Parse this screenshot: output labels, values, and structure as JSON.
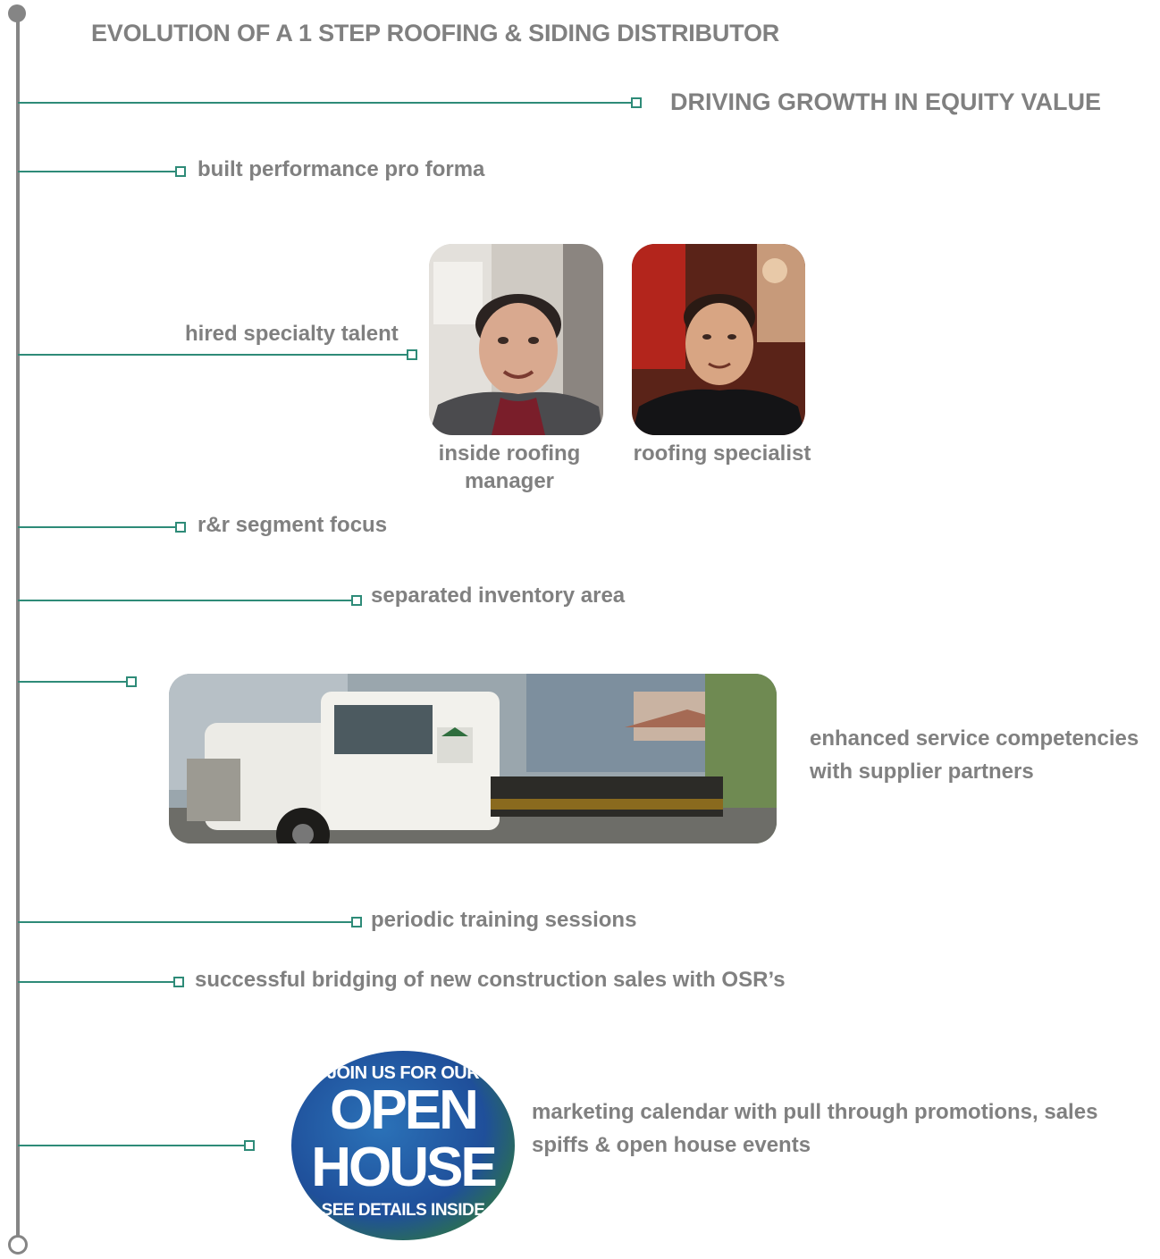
{
  "title": "EVOLUTION OF A 1 STEP ROOFING & SIDING DISTRIBUTOR",
  "headline": "DRIVING GROWTH IN EQUITY VALUE",
  "items": {
    "pro_forma": "built performance pro forma",
    "specialty_talent": "hired specialty talent",
    "person1_caption": "inside roofing manager",
    "person2_caption": "roofing specialist",
    "rr_focus": "r&r segment focus",
    "inventory": "separated inventory area",
    "service": "enhanced service competencies with supplier partners",
    "training": "periodic training sessions",
    "bridging": "successful bridging of new construction sales with OSR’s",
    "marketing": "marketing calendar with pull through promotions, sales spiffs & open house events"
  },
  "open_house_badge": {
    "line1": "JOIN US FOR OUR",
    "line2": "OPEN",
    "line3": "HOUSE",
    "line4": "SEE DETAILS INSIDE"
  },
  "colors": {
    "spine": "#858585",
    "connector": "#2e8b78",
    "text": "#808080"
  }
}
